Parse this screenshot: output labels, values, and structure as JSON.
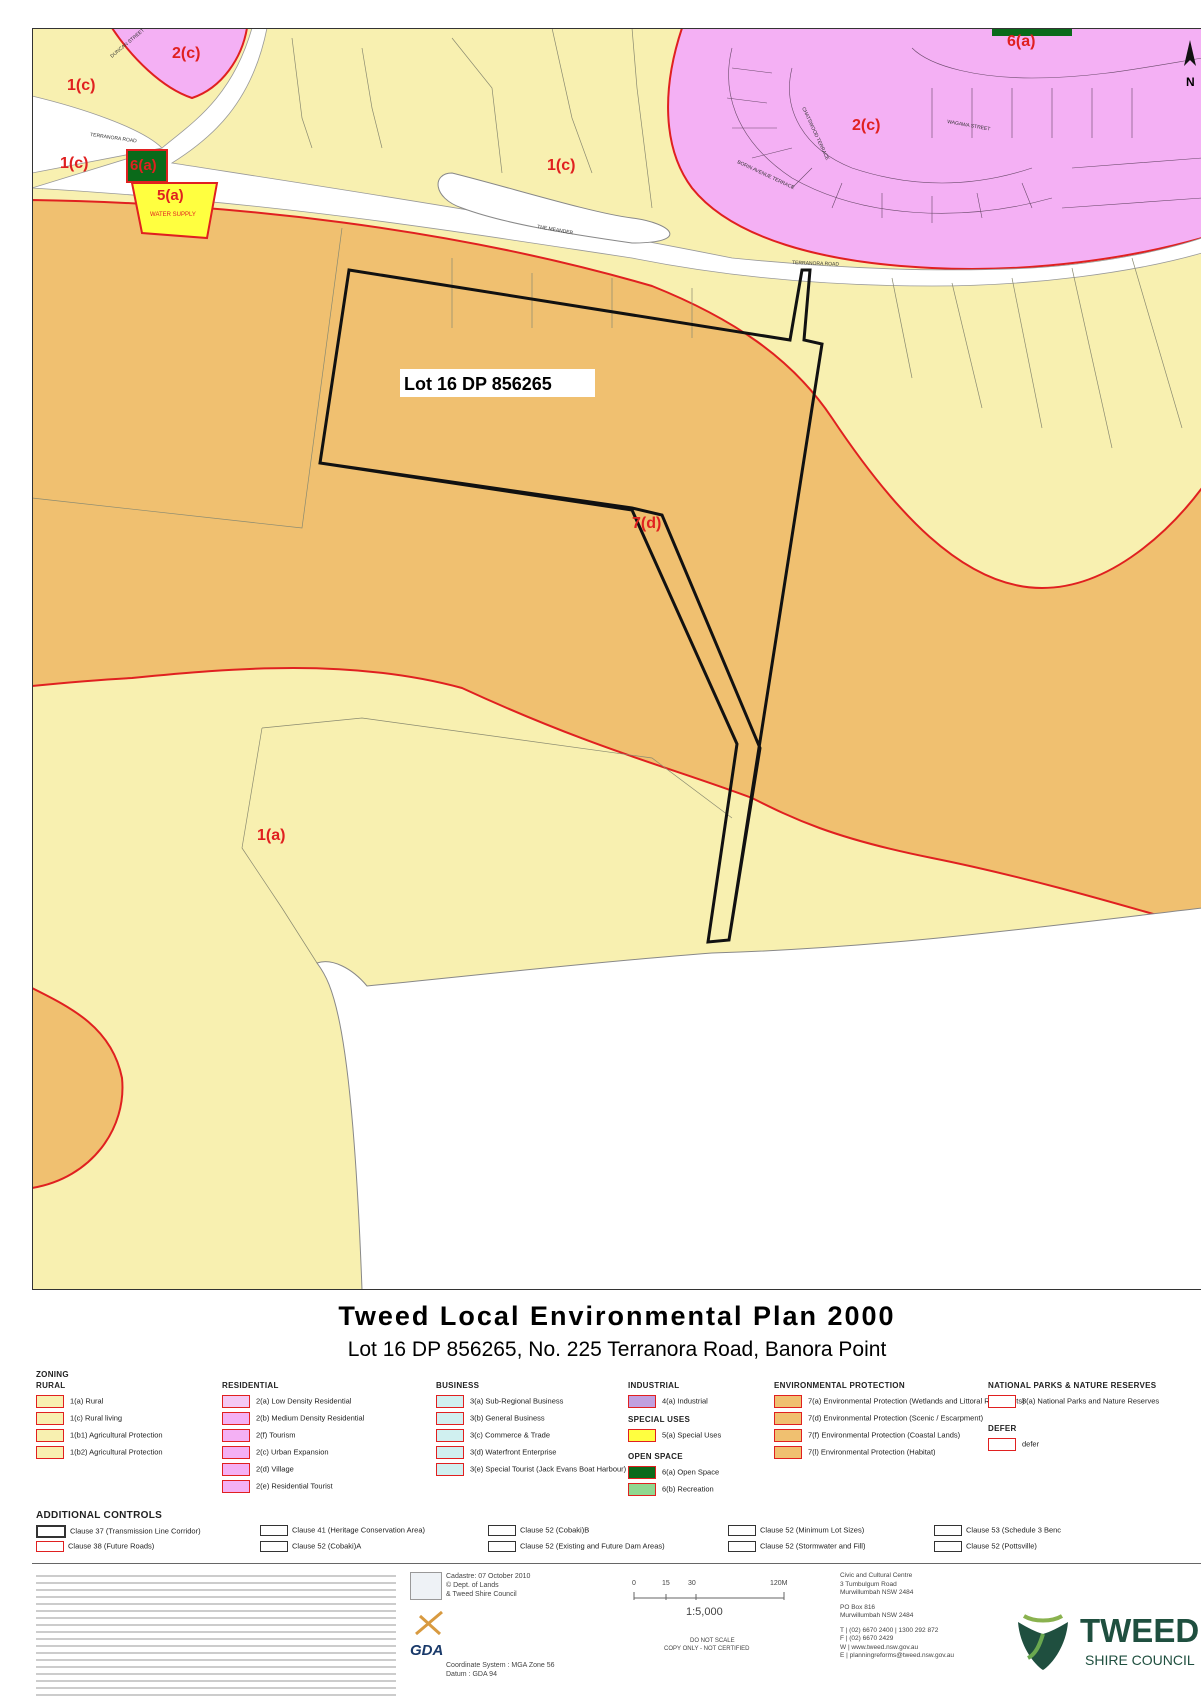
{
  "map": {
    "colors": {
      "rural_1a": "#f8f0b0",
      "rural_1c": "#f8f0b0",
      "env_7d": "#f0c070",
      "residential_2c": "#f4b0f4",
      "open_space_6a": "#0a6a1a",
      "special_5a": "#ffff40",
      "boundary_red": "#e02020",
      "lot_outline": "#111111"
    },
    "zone_labels": [
      "2(c)",
      "1(c)",
      "1(c)",
      "6(a)",
      "5(a)",
      "1(c)",
      "2(c)",
      "6(a)",
      "7(d)",
      "1(a)"
    ],
    "water_supply": "WATER SUPPLY",
    "road_labels": [
      "TERRANORA ROAD",
      "TERRANORA ROAD",
      "THE MEANDER",
      "DUNCAN STREET",
      "CHATSWOOD TERRACE",
      "BORIN AVENUE TERRACE",
      "WAGAWA STREET"
    ],
    "lot_label": "Lot 16 DP 856265",
    "north": "N"
  },
  "title": "Tweed Local Environmental Plan 2000",
  "subtitle": "Lot 16 DP 856265, No. 225 Terranora Road, Banora Point",
  "legend": {
    "zoning": "ZONING",
    "rural": {
      "head": "RURAL",
      "items": [
        {
          "label": "1(a)  Rural",
          "color": "#f8f0b0"
        },
        {
          "label": "1(c)  Rural living",
          "color": "#f8f0b0"
        },
        {
          "label": "1(b1) Agricultural Protection",
          "color": "#f8f0b0"
        },
        {
          "label": "1(b2) Agricultural Protection",
          "color": "#f8f0b0"
        }
      ]
    },
    "residential": {
      "head": "RESIDENTIAL",
      "items": [
        {
          "label": "2(a)  Low Density Residential",
          "color": "#f4c8f4"
        },
        {
          "label": "2(b)  Medium Density Residential",
          "color": "#f4b0f4"
        },
        {
          "label": "2(f)  Tourism",
          "color": "#f4b0f4"
        },
        {
          "label": "2(c)  Urban Expansion",
          "color": "#f4b0f4"
        },
        {
          "label": "2(d)  Village",
          "color": "#f4b0f4"
        },
        {
          "label": "2(e)  Residential Tourist",
          "color": "#f4b0f4"
        }
      ]
    },
    "business": {
      "head": "BUSINESS",
      "items": [
        {
          "label": "3(a)  Sub-Regional Business",
          "color": "#d0f0f0"
        },
        {
          "label": "3(b)  General Business",
          "color": "#d0f0f0"
        },
        {
          "label": "3(c)  Commerce & Trade",
          "color": "#d0f0f0"
        },
        {
          "label": "3(d)  Waterfront Enterprise",
          "color": "#d0f0f0"
        },
        {
          "label": "3(e)  Special Tourist (Jack Evans Boat Harbour)",
          "color": "#d0f0f0"
        }
      ]
    },
    "industrial": {
      "head": "INDUSTRIAL",
      "items": [
        {
          "label": "4(a)  Industrial",
          "color": "#c0a0e0"
        }
      ]
    },
    "special_uses": {
      "head": "SPECIAL USES",
      "items": [
        {
          "label": "5(a)  Special Uses",
          "color": "#ffff40"
        }
      ]
    },
    "open_space": {
      "head": "OPEN SPACE",
      "items": [
        {
          "label": "6(a)  Open Space",
          "color": "#0a6a1a"
        },
        {
          "label": "6(b)  Recreation",
          "color": "#90d890"
        }
      ]
    },
    "environmental": {
      "head": "ENVIRONMENTAL PROTECTION",
      "items": [
        {
          "label": "7(a)  Environmental Protection (Wetlands and Littoral Rainforests)",
          "color": "#f0c070"
        },
        {
          "label": "7(d)  Environmental Protection (Scenic / Escarpment)",
          "color": "#f0c070"
        },
        {
          "label": "7(f)  Environmental Protection (Coastal Lands)",
          "color": "#f0c070"
        },
        {
          "label": "7(l)  Environmental Protection (Habitat)",
          "color": "#f0c070"
        }
      ]
    },
    "national_parks": {
      "head": "NATIONAL PARKS & NATURE RESERVES",
      "items": [
        {
          "label": "8(a)  National Parks and Nature Reserves",
          "color": "#ffffff"
        }
      ]
    },
    "defer": {
      "head": "DEFER",
      "items": [
        {
          "label": "defer",
          "color": "#ffffff"
        }
      ]
    },
    "additional_controls": {
      "head": "ADDITIONAL CONTROLS",
      "items": [
        "Clause 37 (Transmission Line Corridor)",
        "Clause 38 (Future Roads)",
        "Clause 41 (Heritage Conservation Area)",
        "Clause 52 (Cobaki)A",
        "Clause 52 (Cobaki)B",
        "Clause 52 (Existing and Future Dam Areas)",
        "Clause 52 (Minimum Lot Sizes)",
        "Clause 52 (Stormwater and Fill)",
        "Clause 53 (Schedule 3 Benc",
        "Clause 52 (Pottsville)"
      ]
    }
  },
  "footer": {
    "cadastre": "Cadastre: 07 October 2010",
    "cadastre_2": "© Dept. of Lands",
    "cadastre_3": "& Tweed Shire Council",
    "gda": "GDA",
    "coordinate": "Coordinate System : MGA Zone 56",
    "datum": "Datum : GDA 94",
    "scale_ticks": [
      "0",
      "15",
      "30",
      "120M"
    ],
    "scale": "1:5,000",
    "do_not_scale": "DO NOT SCALE",
    "copy_only": "COPY ONLY - NOT CERTIFIED",
    "civic_1": "Civic and Cultural Centre",
    "civic_2": "3 Tumbulgum Road",
    "civic_3": "Murwillumbah NSW 2484",
    "po_1": "PO Box 816",
    "po_2": "Murwillumbah NSW 2484",
    "tel": "T | (02) 6670 2400 | 1300 292 872",
    "fax": "F | (02) 6670 2429",
    "web": "W | www.tweed.nsw.gov.au",
    "email": "E | planningreforms@tweed.nsw.gov.au",
    "logo_big": "TWEED",
    "logo_small": "SHIRE COUNCIL"
  }
}
